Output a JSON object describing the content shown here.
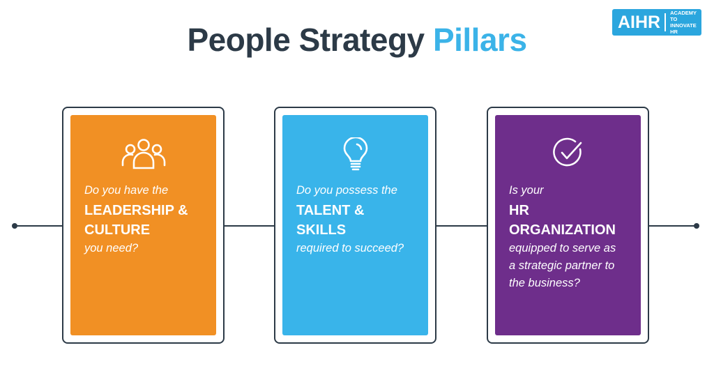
{
  "title": {
    "main": "People Strategy",
    "accent": "Pillars"
  },
  "logo": {
    "main": "AIHR",
    "sub_line1": "ACADEMY TO",
    "sub_line2": "INNOVATE HR"
  },
  "colors": {
    "dark": "#2c3a47",
    "accent_blue": "#3bb3e8",
    "orange": "#f19024",
    "blue": "#39b4ea",
    "purple": "#6e2e8b",
    "logo_bg": "#2ba6de"
  },
  "pillars": [
    {
      "icon": "people-group-icon",
      "intro": "Do you have the",
      "highlight": [
        "LEADERSHIP &",
        "CULTURE"
      ],
      "outro": [
        "you need?"
      ],
      "color": "#f19024"
    },
    {
      "icon": "lightbulb-icon",
      "intro": "Do you possess the",
      "highlight": [
        "TALENT &",
        "SKILLS"
      ],
      "outro": [
        "required to succeed?"
      ],
      "color": "#39b4ea"
    },
    {
      "icon": "checkmark-circle-icon",
      "intro": "Is your",
      "highlight": [
        "HR",
        "ORGANIZATION"
      ],
      "outro": [
        "equipped to serve as",
        "a strategic partner to",
        "the business?"
      ],
      "color": "#6e2e8b"
    }
  ]
}
